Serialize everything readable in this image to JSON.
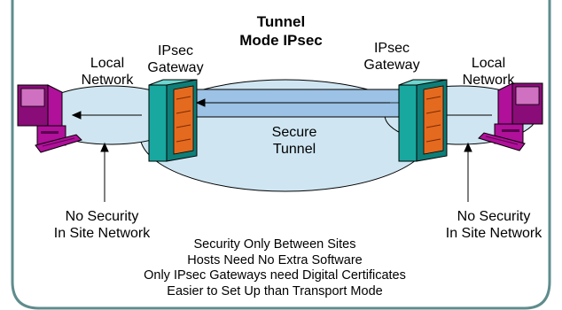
{
  "title_lines": [
    "Tunnel",
    "Mode IPsec"
  ],
  "left_network": [
    "Local",
    "Network"
  ],
  "right_network": [
    "Local",
    "Network"
  ],
  "left_gateway": [
    "IPsec",
    "Gateway"
  ],
  "right_gateway": [
    "IPsec",
    "Gateway"
  ],
  "tunnel_label": [
    "Secure",
    "Tunnel"
  ],
  "left_note": [
    "No Security",
    "In Site Network"
  ],
  "right_note": [
    "No Security",
    "In Site Network"
  ],
  "notes": [
    "Security Only Between Sites",
    "Hosts Need No Extra Software",
    "Only IPsec Gateways need Digital Certificates",
    "Easier to Set Up than Transport Mode"
  ],
  "colors": {
    "frame": "#5f8c8c",
    "ellipse": "#cfe6f2",
    "tunnel": "#9cc2e5",
    "computer": "#b0109a",
    "gateway": "#18a8a0",
    "gateway_front": "#e46a1f"
  }
}
